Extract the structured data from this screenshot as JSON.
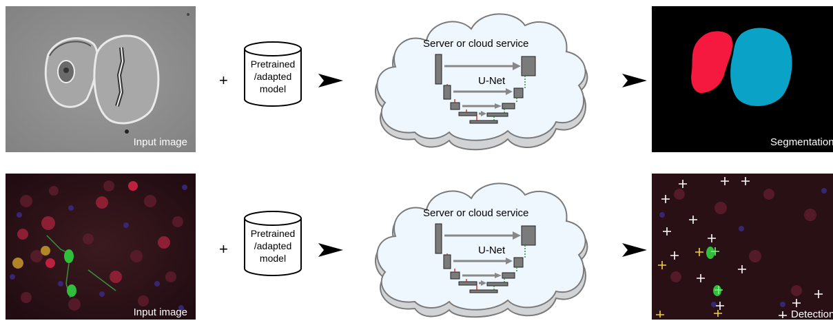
{
  "rows": [
    {
      "input_label": "Input image",
      "plus": "+",
      "model_lines": [
        "Pretrained",
        "/adapted",
        "model"
      ],
      "cloud_title": "Server or cloud service",
      "network_label": "U-Net",
      "output_label": "Segmentation",
      "colors": {
        "cell_red": "#f5183f",
        "cell_blue": "#0aa2c6"
      }
    },
    {
      "input_label": "Input image",
      "plus": "+",
      "model_lines": [
        "Pretrained",
        "/adapted",
        "model"
      ],
      "cloud_title": "Server or cloud service",
      "network_label": "U-Net",
      "output_label": "Detection"
    }
  ]
}
